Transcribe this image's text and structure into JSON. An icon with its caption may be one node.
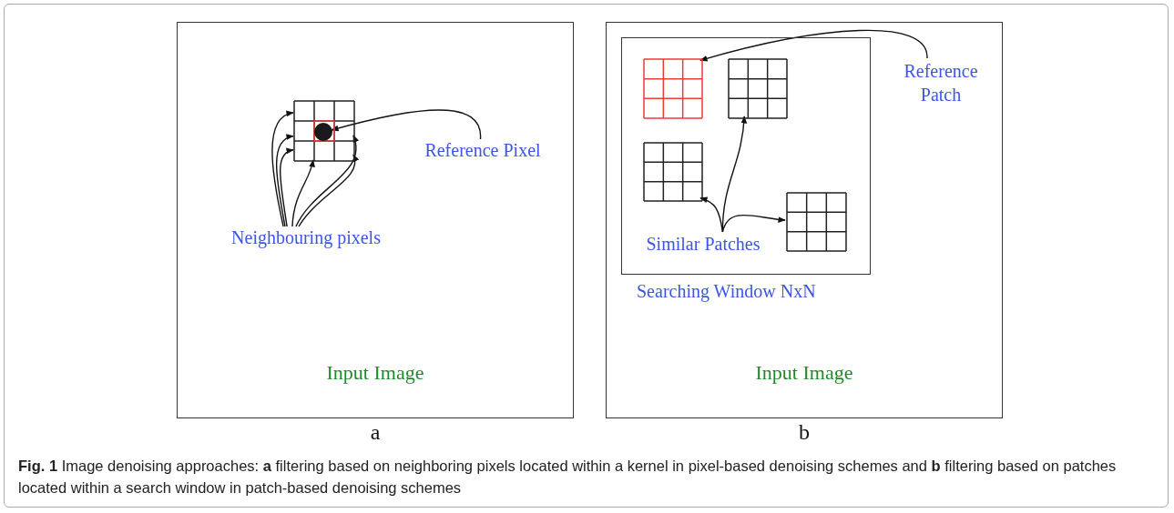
{
  "diagram": {
    "caption": "**Fig. 1** Image denoising approaches: **a** filtering based on neighboring pixels located within a kernel in pixel-based denoising schemes and **b** filtering based on patches located within a search window in patch-based denoising schemes",
    "nodes": [
      {
        "text": [
          "Input Image"
        ],
        "beside": [
          "a"
        ]
      },
      {
        "text": [],
        "shape": "box",
        "in": 0
      },
      {
        "text": [],
        "shape": "circle",
        "in": 1
      },
      {
        "text": [
          "Reference Pixel"
        ],
        "in": 0
      },
      {
        "text": [
          "Neighbouring pixels"
        ],
        "in": 0
      },
      {
        "text": [
          "Input Image"
        ],
        "beside": [
          "b"
        ]
      },
      {
        "text": [
          "Searching Window NxN"
        ],
        "in": 5
      },
      {
        "text": [],
        "shape": "box",
        "in": 6
      },
      {
        "text": [],
        "shape": "box",
        "in": 6
      },
      {
        "text": [],
        "shape": "box",
        "in": 6
      },
      {
        "text": [],
        "shape": "box",
        "in": 6
      },
      {
        "text": [
          "Similar Patches"
        ],
        "in": 6
      },
      {
        "text": [
          "Reference Patch"
        ],
        "in": 5
      }
    ],
    "edges": [
      {
        "from": 3,
        "to": 2,
        "arrow": "to"
      },
      {
        "from": 4,
        "to": 1,
        "arrow": "to"
      },
      {
        "from": 4,
        "to": 1,
        "arrow": "to"
      },
      {
        "from": 4,
        "to": 1,
        "arrow": "to"
      },
      {
        "from": 4,
        "to": 1,
        "arrow": "to"
      },
      {
        "from": 4,
        "to": 1,
        "arrow": "to"
      },
      {
        "from": 4,
        "to": 1,
        "arrow": "to"
      },
      {
        "from": 12,
        "to": 7,
        "arrow": "to"
      },
      {
        "from": 11,
        "to": 8,
        "arrow": "to"
      },
      {
        "from": 11,
        "to": 9,
        "arrow": "to"
      },
      {
        "from": 11,
        "to": 10,
        "arrow": "to"
      }
    ]
  }
}
